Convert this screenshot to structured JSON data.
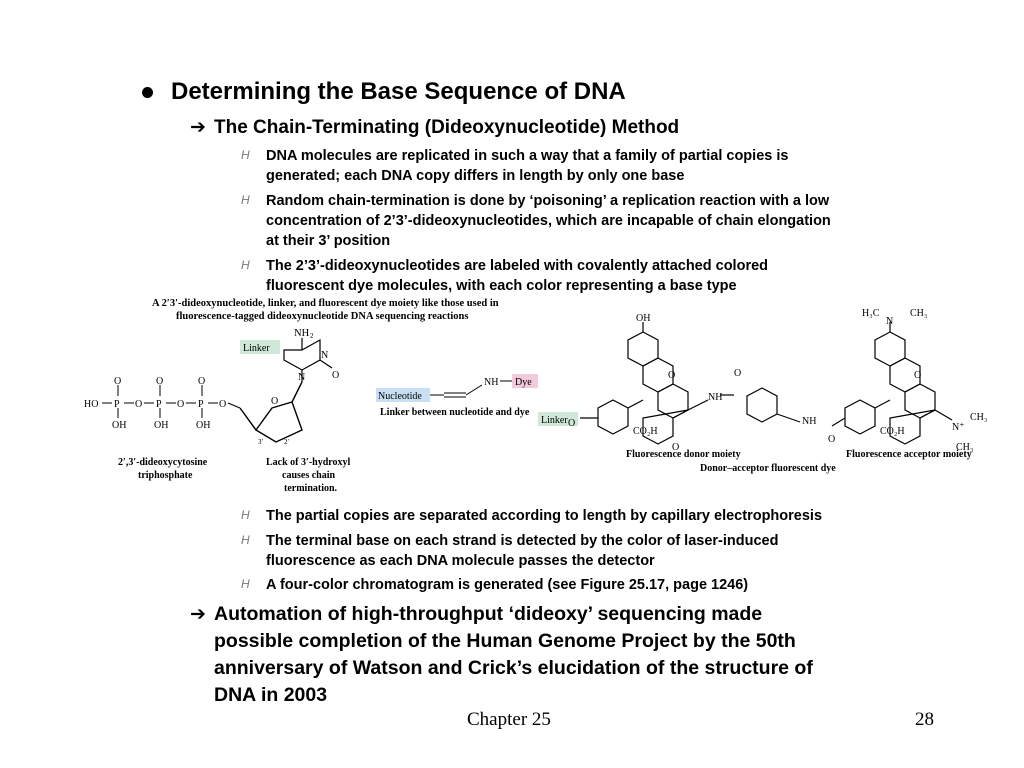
{
  "heading": {
    "text": "Determining the Base Sequence of DNA"
  },
  "subheading1": {
    "text": "The Chain-Terminating (Dideoxynucleotide) Method"
  },
  "bullets_top": [
    "DNA molecules are replicated in such a way that a family of partial copies is",
    "generated; each DNA copy differs in length by only one base",
    "Random chain-termination is done by ‘poisoning’ a replication reaction with a low",
    "concentration of 2’3’-dideoxynucleotides, which are incapable of chain elongation",
    "at their 3’ position",
    "The 2’3’-dideoxynucleotides are labeled with covalently attached colored",
    "fluorescent dye molecules, with each color representing a base type"
  ],
  "figure": {
    "caption_line1": "A 2′3′-dideoxynucleotide, linker, and fluorescent dye moiety like those used in",
    "caption_line2": "fluorescence-tagged dideoxynucleotide DNA sequencing reactions",
    "nh2": "NH",
    "nh2_sub": "2",
    "linker": "Linker",
    "n": "N",
    "o": "O",
    "ho": "HO",
    "p": "P",
    "oh": "OH",
    "prime3": "3′",
    "prime2": "2′",
    "cytosine_line1": "2′,3′-dideoxycytosine",
    "cytosine_line2": "triphosphate",
    "lack_line1": "Lack of 3′-hydroxyl",
    "lack_line2": "causes chain",
    "lack_line3": "termination.",
    "nucleotide": "Nucleotide",
    "nh": "NH",
    "dye": "Dye",
    "linker_between": "Linker between nucleotide and dye",
    "co2h": "CO₂H",
    "h3c": "H₃C",
    "ch3": "CH₃",
    "nplus": "N⁺",
    "donor": "Fluorescence donor moiety",
    "acceptor": "Fluorescence acceptor moiety",
    "donor_acceptor": "Donor–acceptor fluorescent dye"
  },
  "bullets_bottom": [
    "The partial copies are separated according to length by capillary electrophoresis",
    "The terminal base on each strand is detected by the color of laser-induced",
    "fluorescence as each DNA molecule passes the detector",
    "A four-color chromatogram is generated (see Figure 25.17, page 1246)"
  ],
  "subheading2": [
    "Automation of high-throughput ‘dideoxy’ sequencing made",
    "possible completion of the Human Genome Project by the 50th",
    "anniversary of Watson and Crick’s elucidation of the structure of",
    "DNA in 2003"
  ],
  "footer": {
    "chapter": "Chapter 25",
    "page": "28"
  },
  "colors": {
    "linker_box": "#cfe8d8",
    "dye_box": "#f3c9dc",
    "nucleotide_box": "#c9dff3"
  },
  "icons": {
    "level1_bullet": "filled-circle",
    "level2_bullet": "right-arrow",
    "level3_bullet": "italic-h-glyph"
  }
}
